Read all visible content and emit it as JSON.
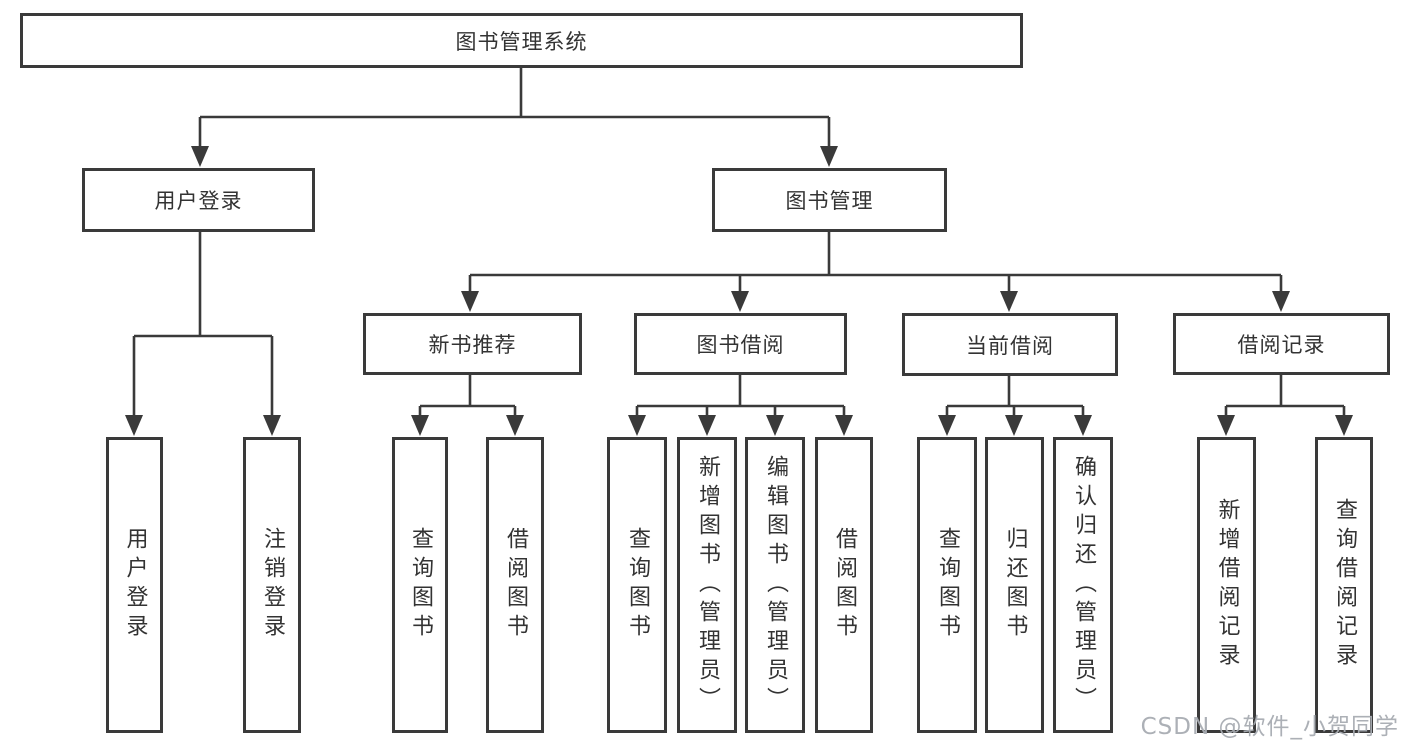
{
  "diagram": {
    "root": "图书管理系统",
    "level1": {
      "user_login": "用户登录",
      "book_mgmt": "图书管理"
    },
    "level2": {
      "new_book": "新书推荐",
      "book_borrow": "图书借阅",
      "current_borrow": "当前借阅",
      "borrow_record": "借阅记录"
    },
    "leaves": {
      "user_login": [
        "用户登录",
        "注销登录"
      ],
      "new_book": [
        "查询图书",
        "借阅图书"
      ],
      "book_borrow": [
        "查询图书",
        "新增图书（管理员）",
        "编辑图书（管理员）",
        "借阅图书"
      ],
      "current_borrow": [
        "查询图书",
        "归还图书",
        "确认归还（管理员）"
      ],
      "borrow_record": [
        "新增借阅记录",
        "查询借阅记录"
      ]
    }
  },
  "watermark": "CSDN @软件_小贺同学",
  "colors": {
    "line": "#3a3a3a",
    "text": "#333333",
    "watermark": "#a8acb2",
    "background": "#ffffff"
  }
}
